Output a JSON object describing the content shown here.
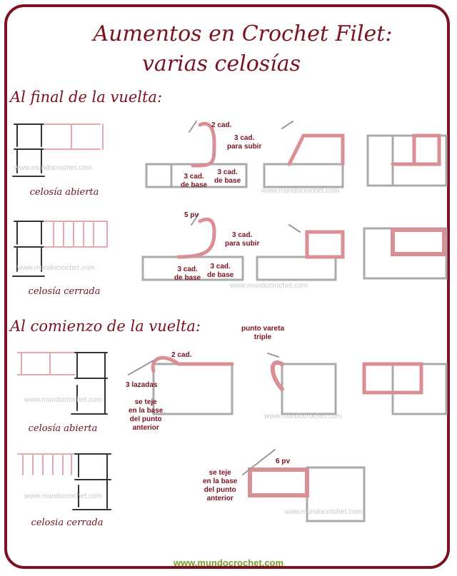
{
  "title_line1": "Aumentos en Crochet Filet:",
  "title_line2": "varias celosías",
  "section_end": "Al final de la vuelta:",
  "section_start": "Al comienzo de la vuelta:",
  "captions": {
    "open_end": "celosía abierta",
    "closed_end": "celosía cerrada",
    "open_start": "celosía abierta",
    "closed_start": "celosia cerrada"
  },
  "labels": {
    "cad2_a": "2 cad.",
    "cad3_subir_a": "3 cad.\npara subir",
    "cad3_base_a1": "3 cad.\nde base",
    "cad3_base_a2": "3 cad.\nde base",
    "pv5": "5 pv",
    "cad3_subir_b": "3 cad.\npara subir",
    "cad3_base_b1": "3 cad.\nde base",
    "cad3_base_b2": "3 cad.\nde base",
    "vareta_triple": "punto vareta\ntriple",
    "cad2_b": "2 cad.",
    "lazadas3": "3 lazadas",
    "se_teje_a": "se teje\nen la base\ndel punto\nanterior",
    "pv6": "6 pv",
    "se_teje_b": "se teje\nen la base\ndel punto\nanterior"
  },
  "watermark": "www.mundocrochet.com",
  "footer": "www.mundocrochet.com",
  "colors": {
    "border": "#7a1220",
    "title": "#7a1220",
    "yarn_pink": "#d98f94",
    "yarn_grey": "#9a9a9a",
    "footer_green": "#7c9c2c"
  }
}
